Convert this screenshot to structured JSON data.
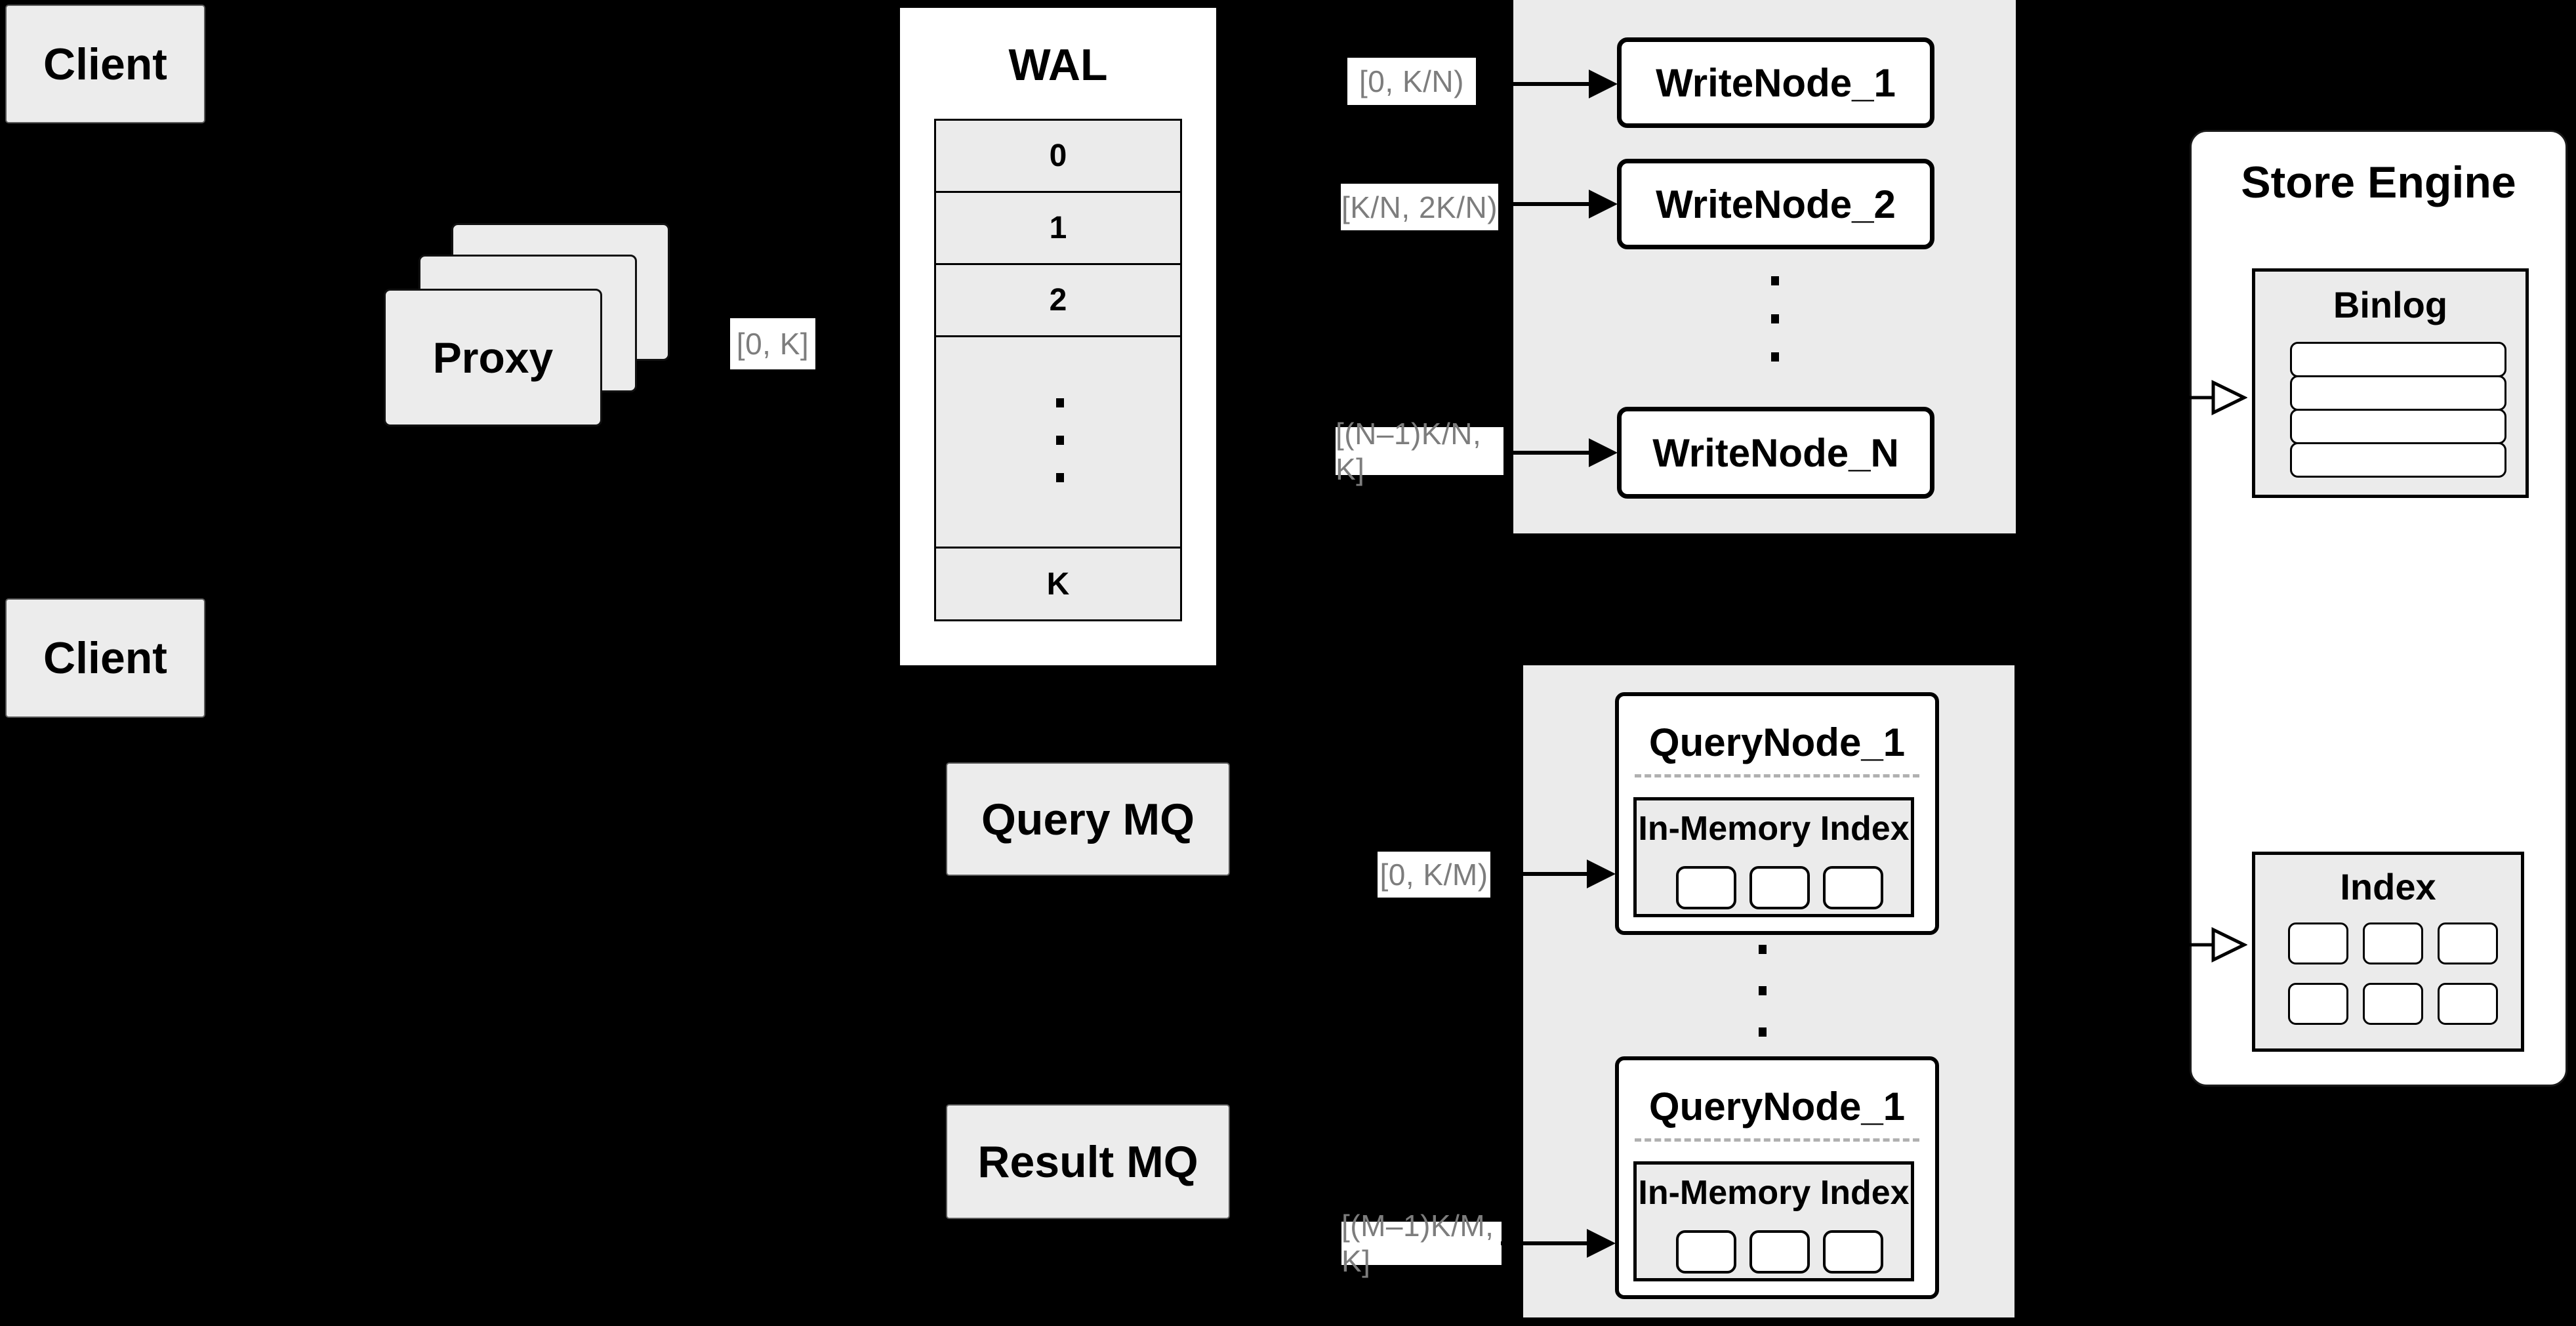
{
  "diagram": {
    "client_top": "Client",
    "client_bottom": "Client",
    "proxy": "Proxy",
    "label_0_k": "[0, K]",
    "wal": {
      "title": "WAL",
      "row0": "0",
      "row1": "1",
      "row2": "2",
      "rowk": "K"
    },
    "write": {
      "label1": "[0, K/N)",
      "label2": "[K/N, 2K/N)",
      "label3": "[(N–1)K/N, K]",
      "node1": "WriteNode_1",
      "node2": "WriteNode_2",
      "node3": "WriteNode_N"
    },
    "query": {
      "mq": "Query MQ",
      "result_mq": "Result MQ",
      "label1": "[0, K/M)",
      "label2": "[(M–1)K/M, K]",
      "node1_title": "QueryNode_1",
      "node2_title": "QueryNode_1",
      "imi1": "In-Memory Index",
      "imi2": "In-Memory Index"
    },
    "store": {
      "title": "Store Engine",
      "binlog": "Binlog",
      "index": "Index"
    }
  },
  "colors": {
    "background": "#000000",
    "panel_gray": "#ebebeb",
    "box_gray": "#ececec",
    "white": "#ffffff",
    "border_black": "#000000",
    "label_text_gray": "#7d7d7d",
    "dash_gray": "#b0b0b0"
  }
}
